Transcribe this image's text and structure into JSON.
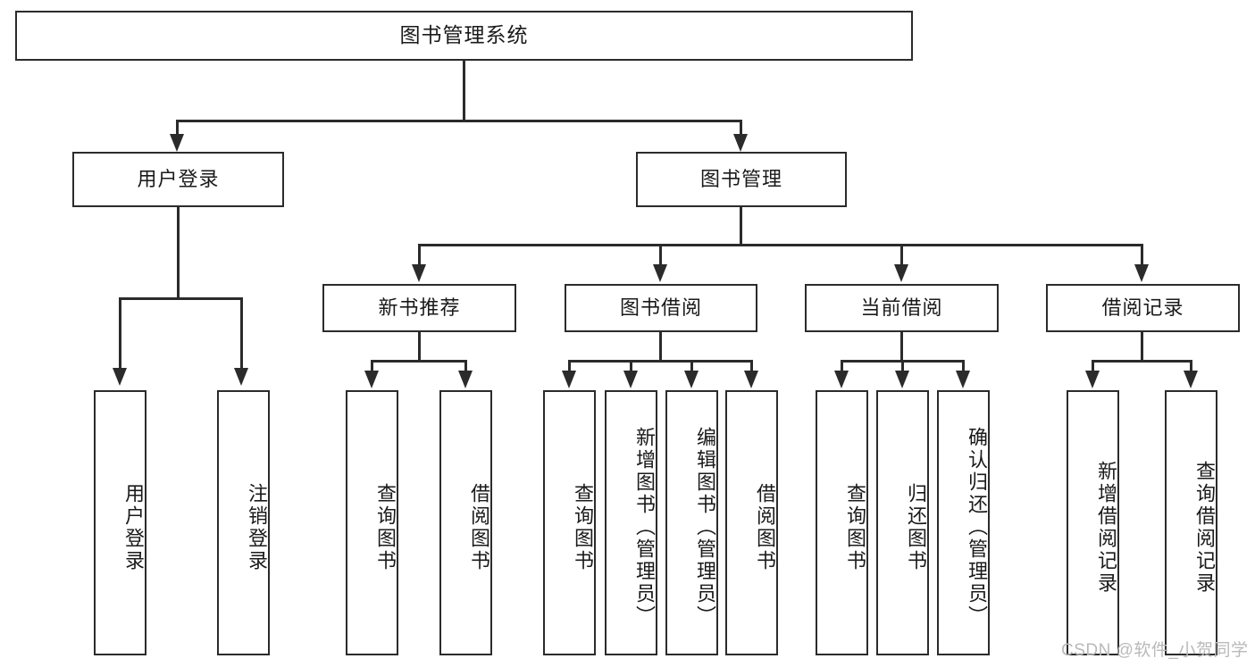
{
  "diagram": {
    "type": "tree-hierarchy",
    "title": "图书管理系统",
    "orientation": "top-down",
    "colors": {
      "line": "#2b2b2b",
      "box_border": "#2b2b2b",
      "box_fill": "#ffffff",
      "text": "#1a1a1a",
      "background": "#ffffff",
      "watermark": "#b9b9b9"
    }
  },
  "nodes": {
    "root": {
      "label": "图书管理系统"
    },
    "level1": [
      {
        "label": "用户登录"
      },
      {
        "label": "图书管理"
      }
    ],
    "level2": [
      {
        "label": "新书推荐"
      },
      {
        "label": "图书借阅"
      },
      {
        "label": "当前借阅"
      },
      {
        "label": "借阅记录"
      }
    ],
    "leaves_user_login": [
      {
        "label": "用户登录"
      },
      {
        "label": "注销登录"
      }
    ],
    "leaves_new_book": [
      {
        "label": "查询图书"
      },
      {
        "label": "借阅图书"
      }
    ],
    "leaves_borrow": [
      {
        "label": "查询图书"
      },
      {
        "label": "新增图书（管理员）"
      },
      {
        "label": "编辑图书（管理员）"
      },
      {
        "label": "借阅图书"
      }
    ],
    "leaves_current": [
      {
        "label": "查询图书"
      },
      {
        "label": "归还图书"
      },
      {
        "label": "确认归还（管理员）"
      }
    ],
    "leaves_record": [
      {
        "label": "新增借阅记录"
      },
      {
        "label": "查询借阅记录"
      }
    ]
  },
  "watermark": {
    "text": "CSDN @软件_小贺同学"
  }
}
